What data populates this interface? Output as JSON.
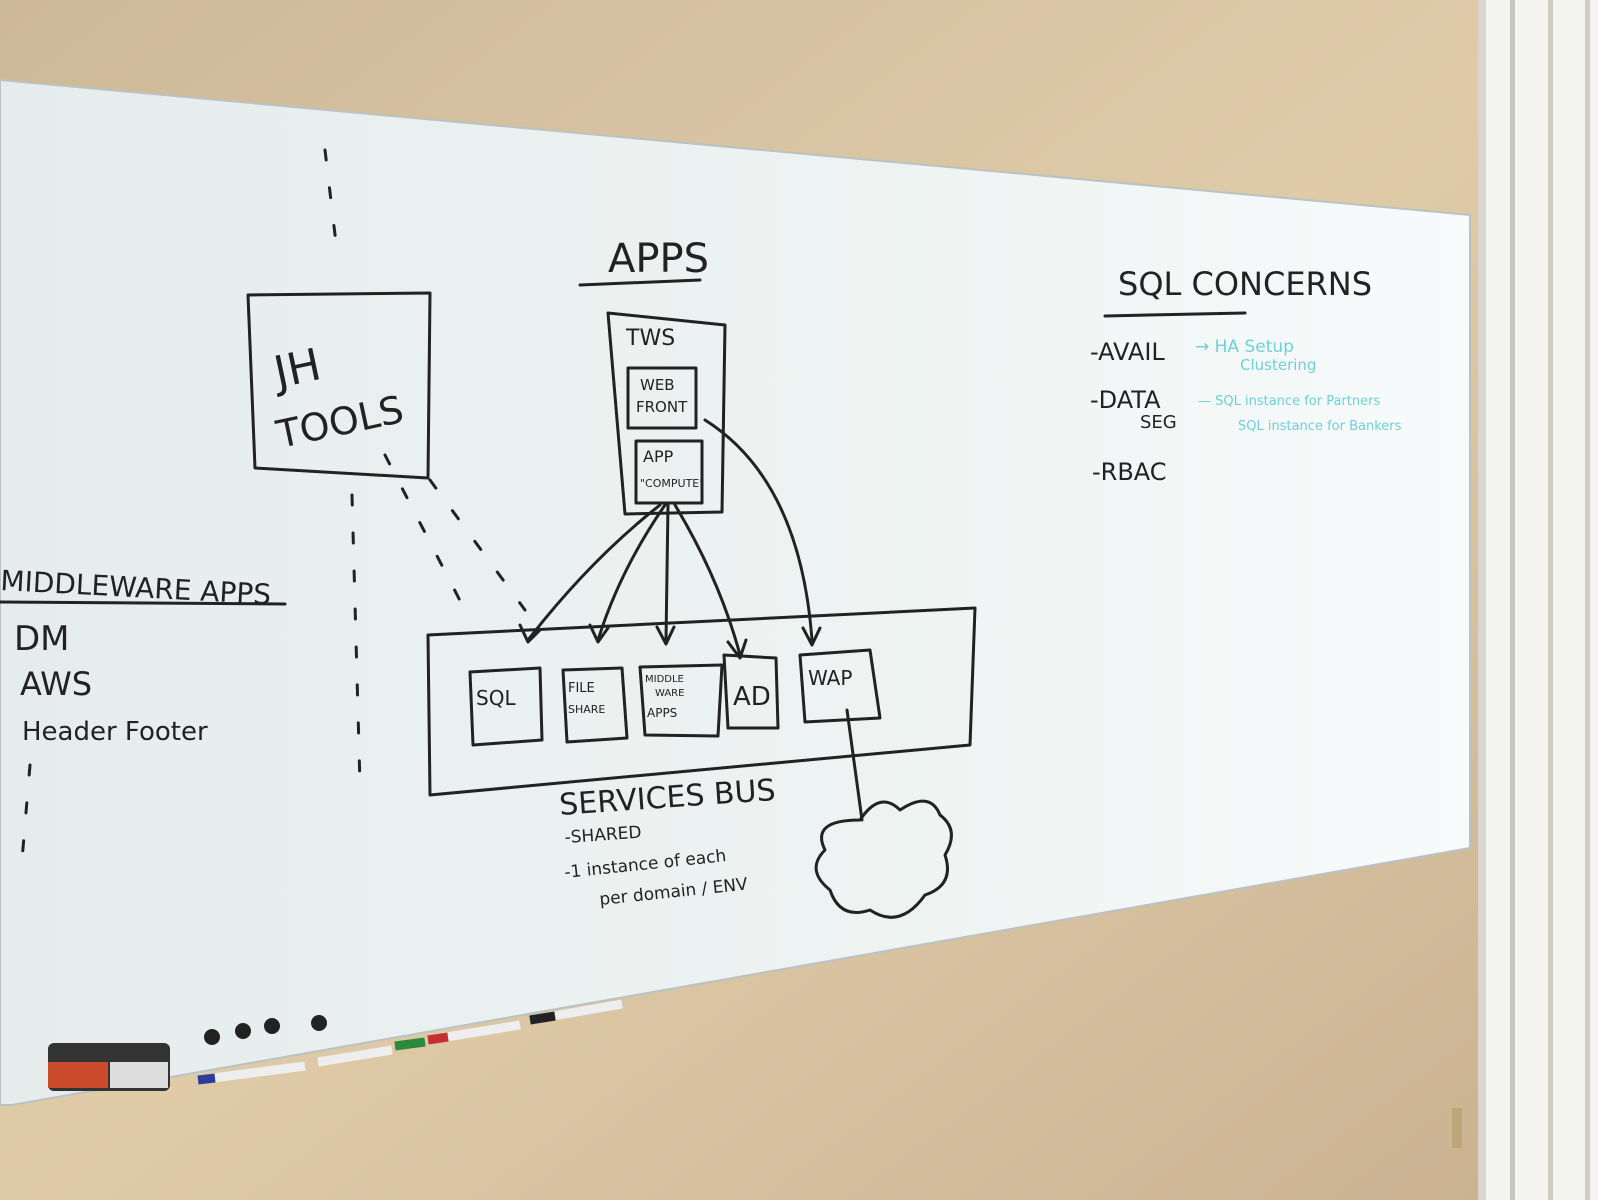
{
  "whiteboard": {
    "apps_heading": "APPS",
    "tws_box": {
      "title": "TWS",
      "web_front": [
        "WEB",
        "FRONT"
      ],
      "app_compute": [
        "APP",
        "\"COMPUTE\""
      ]
    },
    "jh_tools": [
      "JH",
      "TOOLS"
    ],
    "middleware": {
      "heading": "MIDDLEWARE APPS",
      "items": [
        "DM",
        "AWS",
        "Header Footer"
      ]
    },
    "services": [
      {
        "label": [
          "SQL"
        ]
      },
      {
        "label": [
          "FILE",
          "SHARE"
        ]
      },
      {
        "label": [
          "MIDDLE",
          "WARE",
          "APPS"
        ]
      },
      {
        "label": [
          "AD"
        ]
      },
      {
        "label": [
          "WAP"
        ]
      }
    ],
    "services_bus": {
      "title": "SERVICES BUS",
      "notes": [
        "-SHARED",
        "-1 instance of each",
        "per domain / ENV"
      ]
    },
    "sql_concerns": {
      "heading": "SQL CONCERNS",
      "items": [
        "-AVAIL",
        "-DATA",
        "SEG",
        "-RBAC"
      ],
      "cyan_notes": [
        "→ HA Setup",
        "Clustering",
        "— SQL instance for Partners",
        "SQL instance for Bankers"
      ]
    }
  },
  "colors": {
    "wall": "#d9c4a4",
    "board": "#e9eff0",
    "ink": "#222222",
    "cyan_marker": "#6fd0d8"
  }
}
